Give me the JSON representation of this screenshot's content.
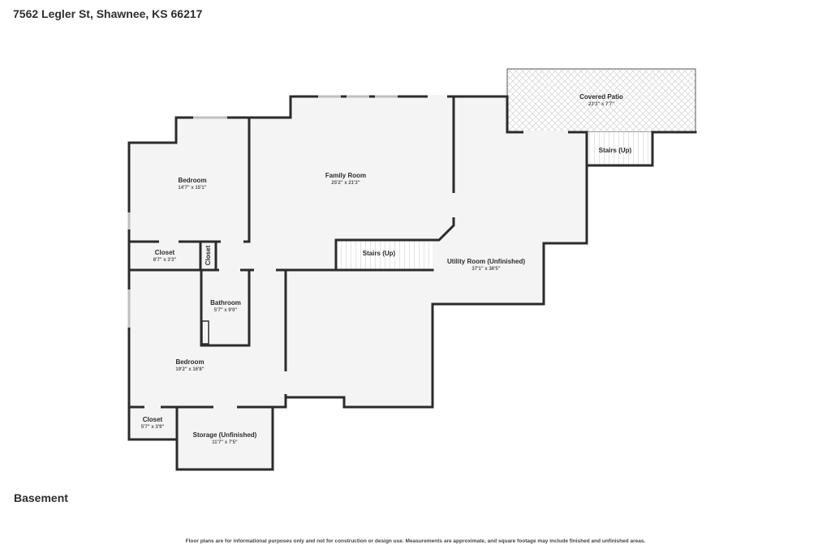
{
  "header": {
    "address": "7562 Legler St, Shawnee, KS 66217"
  },
  "level_label": "Basement",
  "disclaimer": "Floor plans are for informational purposes only and not for construction or design use. Measurements are approximate, and square footage may include finished and unfinished areas.",
  "colors": {
    "wall": "#2b2b2b",
    "floor": "#f4f4f4",
    "patio_pattern": "#d9d9d9",
    "window": "#c8c8c8"
  },
  "rooms": {
    "covered_patio": {
      "name": "Covered Patio",
      "dims": "23'3\" x 7'7\""
    },
    "stairs_patio": {
      "name": "Stairs (Up)"
    },
    "bedroom_top": {
      "name": "Bedroom",
      "dims": "14'7\" x 15'1\""
    },
    "family_room": {
      "name": "Family Room",
      "dims": "25'2\" x 21'3\""
    },
    "closet_top": {
      "name": "Closet",
      "dims": "8'7\" x 3'3\""
    },
    "closet_small": {
      "name": "Closet"
    },
    "stairs_main": {
      "name": "Stairs (Up)"
    },
    "utility_room": {
      "name": "Utility Room (Unfinished)",
      "dims": "37'1\" x 38'5\""
    },
    "bathroom": {
      "name": "Bathroom",
      "dims": "5'7\" x 9'0\""
    },
    "bedroom_bottom": {
      "name": "Bedroom",
      "dims": "19'2\" x 16'8\""
    },
    "closet_bottom": {
      "name": "Closet",
      "dims": "5'7\" x 3'9\""
    },
    "storage": {
      "name": "Storage (Unfinished)",
      "dims": "11'7\" x 7'5\""
    }
  }
}
